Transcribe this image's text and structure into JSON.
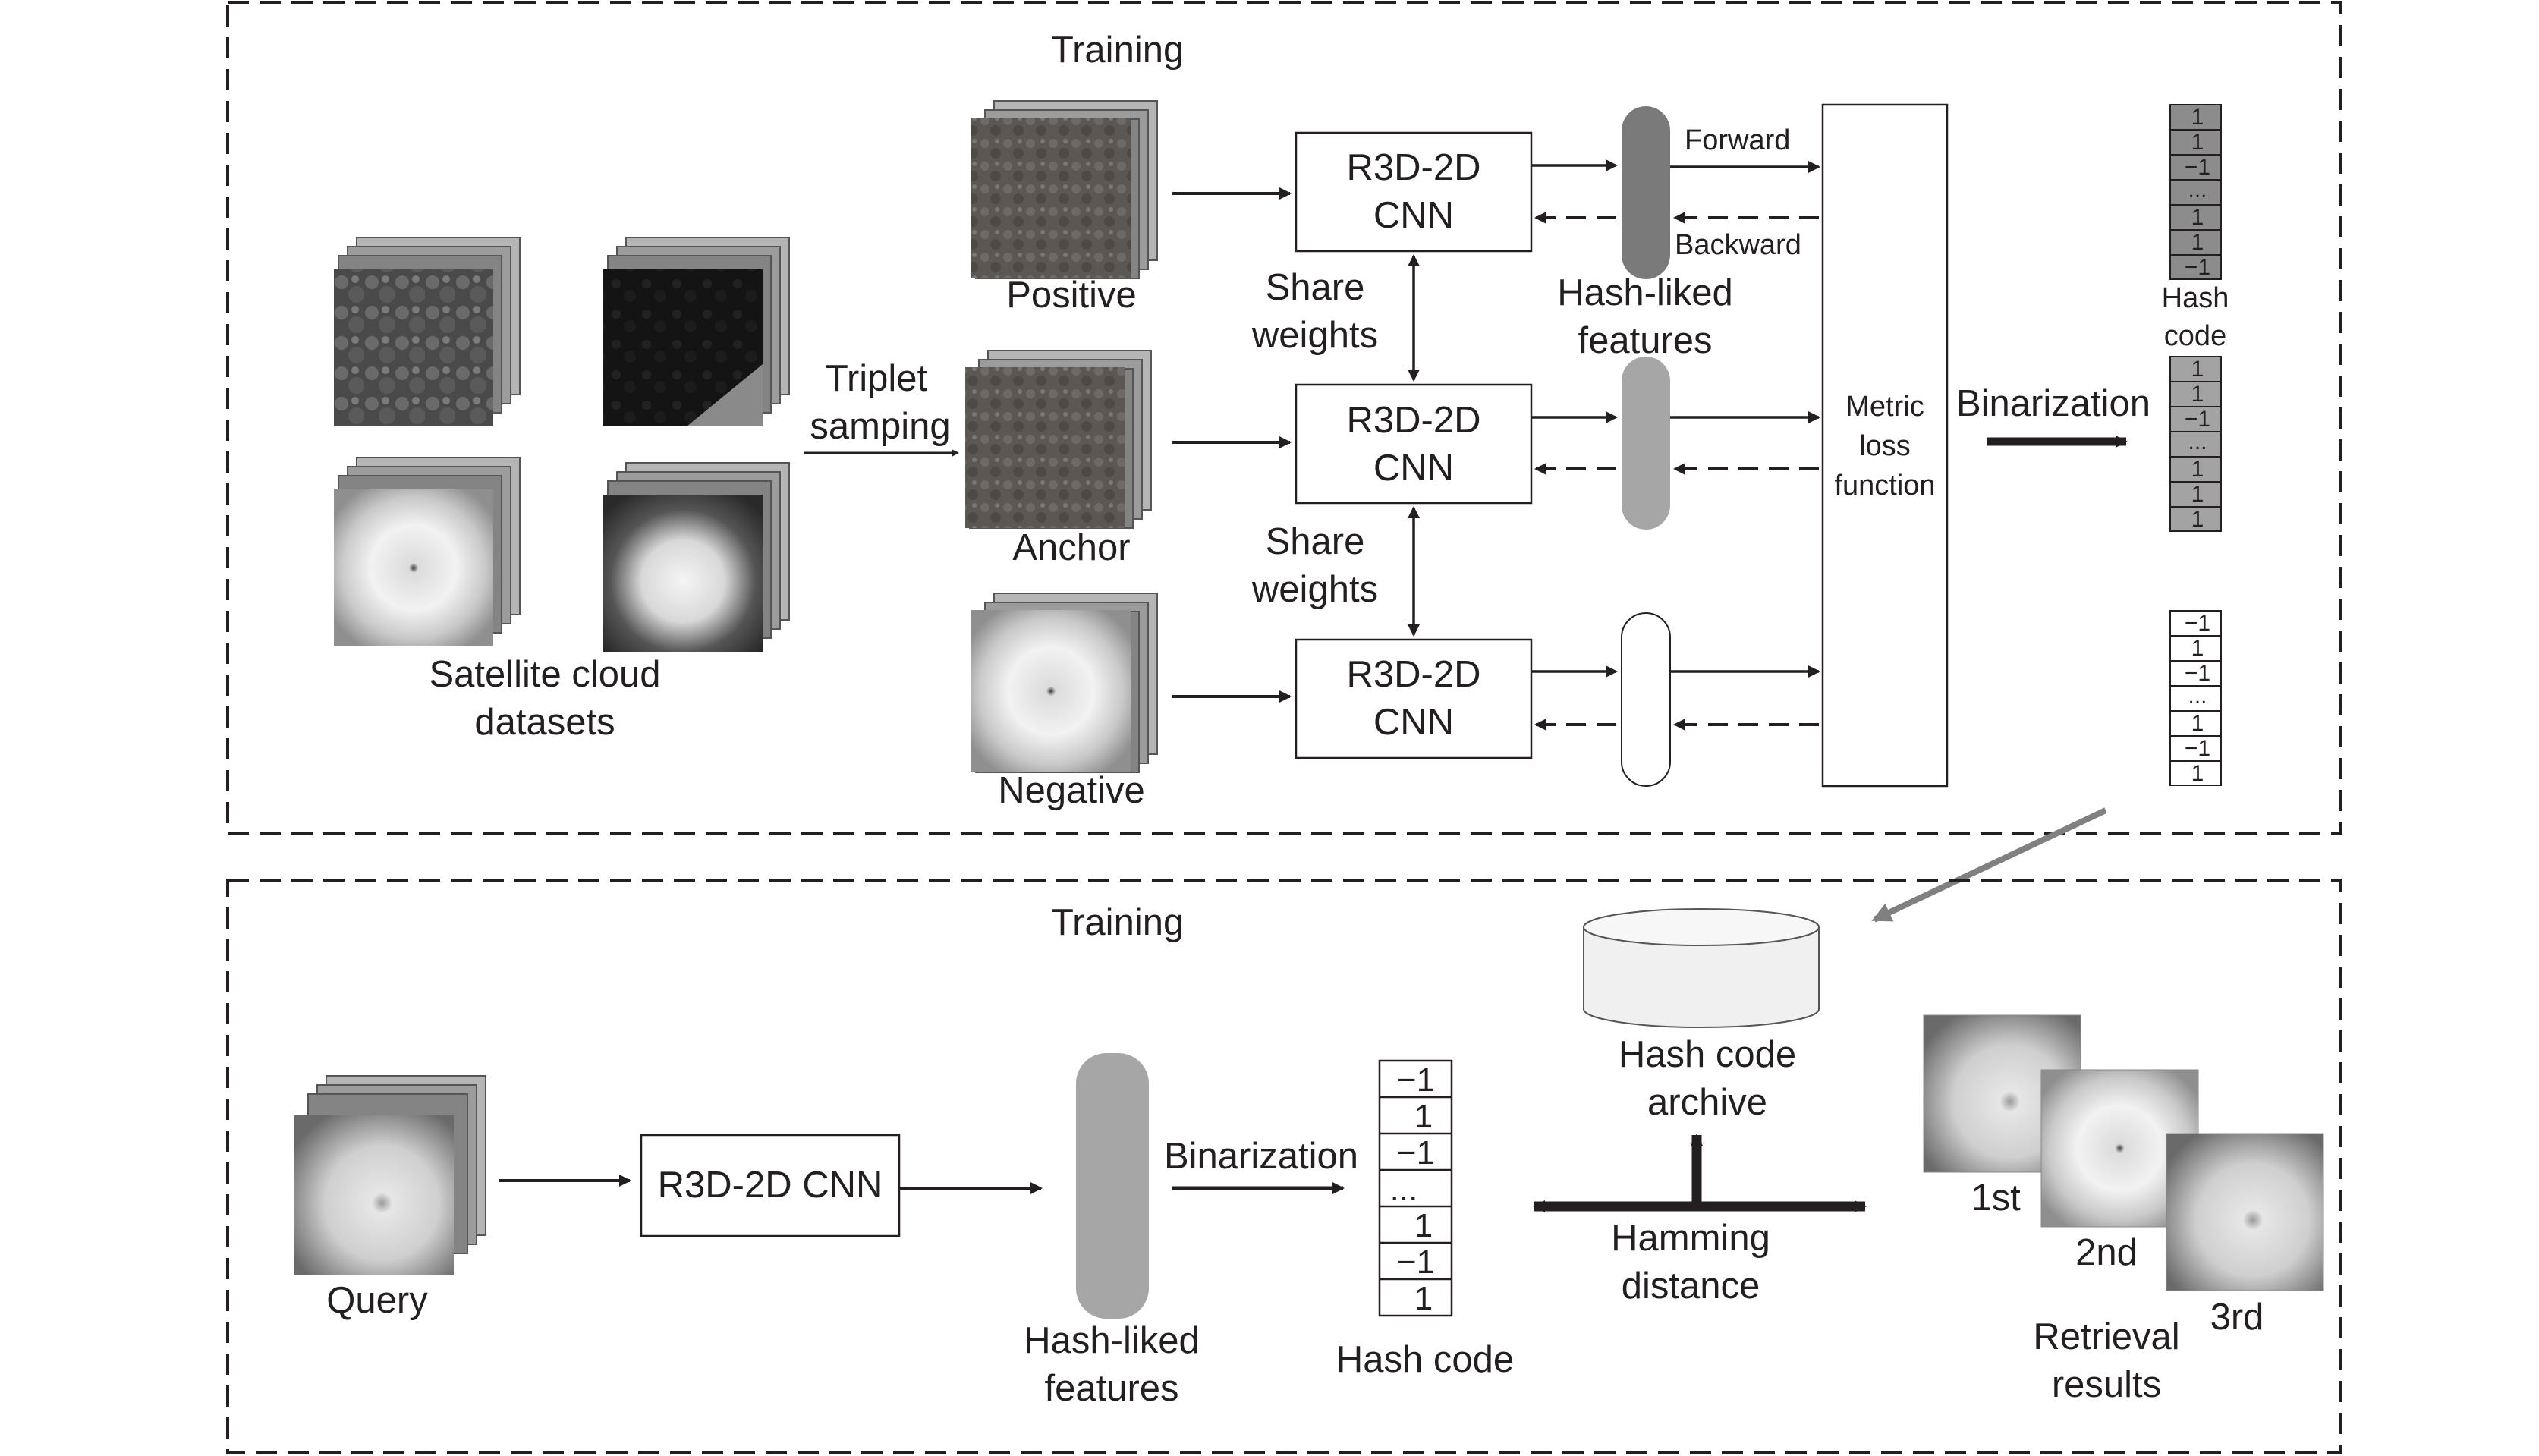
{
  "training": {
    "section_title": "Training",
    "datasets_label": [
      "Satellite cloud",
      "datasets"
    ],
    "triplet_label": [
      "Triplet",
      "samping"
    ],
    "positive_label": "Positive",
    "anchor_label": "Anchor",
    "negative_label": "Negative",
    "cnn_label": [
      "R3D-2D",
      "CNN"
    ],
    "share_weights": [
      "Share",
      "weights"
    ],
    "hash_features": [
      "Hash-liked",
      "features"
    ],
    "forward_label": "Forward",
    "backward_label": "Backward",
    "metric_loss": [
      "Metric",
      "loss",
      "function"
    ],
    "binarization": "Binarization",
    "hash_code_label": [
      "Hash",
      "code"
    ],
    "hash_code_1": [
      "1",
      "1",
      "−1",
      "...",
      "1",
      "1",
      "−1"
    ],
    "hash_code_2": [
      "1",
      "1",
      "−1",
      "...",
      "1",
      "1",
      "1"
    ],
    "hash_code_3": [
      "−1",
      "1",
      "−1",
      "...",
      "1",
      "−1",
      "1"
    ]
  },
  "retrieval": {
    "section_title": "Training",
    "query_label": "Query",
    "cnn_label": "R3D-2D CNN",
    "hash_features": [
      "Hash-liked",
      "features"
    ],
    "binarization": "Binarization",
    "hash_code": [
      "−1",
      "1",
      "−1",
      "...",
      "1",
      "−1",
      "1"
    ],
    "hash_code_label": "Hash code",
    "archive_label": [
      "Hash code",
      "archive"
    ],
    "hamming_label": [
      "Hamming",
      "distance"
    ],
    "rank_1": "1st",
    "rank_2": "2nd",
    "rank_3": "3rd",
    "results_label": [
      "Retrieval",
      "results"
    ]
  },
  "colors": {
    "line": "#231f20",
    "dark_feature": "#7a7a7a",
    "mid_feature": "#a6a6a6",
    "hash_fill_dark": "#8c8c8c",
    "hash_fill_mid": "#a3a3a3",
    "archive_fill": "#f0f0f0"
  }
}
